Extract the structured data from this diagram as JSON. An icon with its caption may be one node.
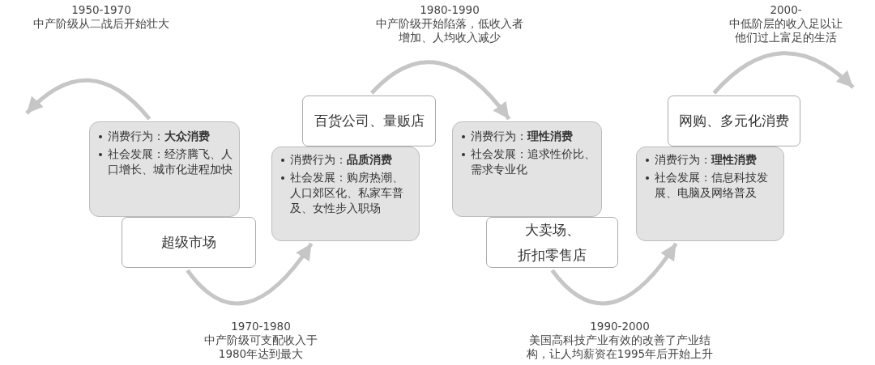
{
  "diagram": {
    "nodes": [
      {
        "text": [
          "消费行为：**大众消费**",
          "社会发展：经济腾飞、人口增长、城市化进程加快"
        ]
      },
      {
        "text": [
          "超级市场"
        ]
      },
      {
        "text": [
          "消费行为：**品质消费**",
          "社会发展：购房热潮、人口郊区化、私家车普及、女性步入职场"
        ]
      },
      {
        "text": [
          "百货公司、量贩店"
        ]
      },
      {
        "text": [
          "消费行为：**理性消费**",
          "社会发展：追求性价比、需求专业化"
        ]
      },
      {
        "text": [
          "大卖场、折扣零售店"
        ]
      },
      {
        "text": [
          "消费行为：**理性消费**",
          "社会发展：信息科技发展、电脑及网络普及"
        ]
      },
      {
        "text": [
          "网购、多元化消费"
        ]
      }
    ],
    "edges": [
      {
        "from": 0,
        "to": null,
        "arrow": "to"
      },
      {
        "from": 1,
        "to": 2,
        "arrow": "to"
      },
      {
        "from": 3,
        "to": 4,
        "arrow": "to"
      },
      {
        "from": 5,
        "to": 6,
        "arrow": "to"
      },
      {
        "from": 7,
        "to": null,
        "arrow": "to"
      }
    ],
    "labels": [
      "1950-1970",
      "中产阶级从二战后开始壮大",
      "1980-1990",
      "中产阶级开始陷落，低收入者增加、人均收入减少",
      "2000-",
      "中低阶层的收入足以让他们过上富足的生活",
      "1970-1980",
      "中产阶级可支配收入于1980年达到最大",
      "1990-2000",
      "美国高科技产业有效的改善了产业结构，让人均薪资在1995年后开始上升"
    ]
  }
}
